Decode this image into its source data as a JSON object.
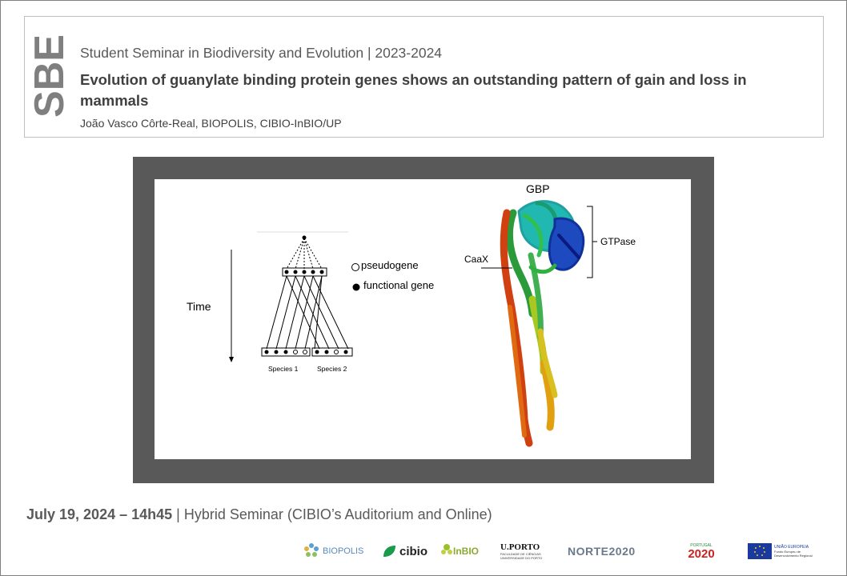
{
  "header": {
    "logo_text": "SBE",
    "series": "Student Seminar in Biodiversity and Evolution | 2023-2024",
    "title": "Evolution of guanylate binding protein genes shows an outstanding pattern of gain and loss in mammals",
    "author": "João Vasco Côrte-Real, BIOPOLIS, CIBIO-InBIO/UP"
  },
  "figure": {
    "time_label": "Time",
    "species_1": "Species 1",
    "species_2": "Species 2",
    "legend_pseudogene": "pseudogene",
    "legend_functional": "functional gene",
    "protein_title": "GBP",
    "caax_label": "CaaX",
    "gtpase_label": "GTPase"
  },
  "event": {
    "date_time": "July 19, 2024 – 14h45",
    "details": " | Hybrid Seminar (CIBIO’s Auditorium and Online)"
  },
  "logos": {
    "biopolis": "BIOPOLIS",
    "cibio": "cibio",
    "inbio": "InBIO",
    "uporto_main": "U.PORTO",
    "uporto_sub": "FACULDADE DE CIÊNCIAS UNIVERSIDADE DO PORTO",
    "norte": "NORTE2020",
    "portugal": "PORTUGAL",
    "p2020": "2020",
    "eu_title": "UNIÃO EUROPEIA",
    "eu_sub": "Fundo Europeu de Desenvolvimento Regional"
  }
}
